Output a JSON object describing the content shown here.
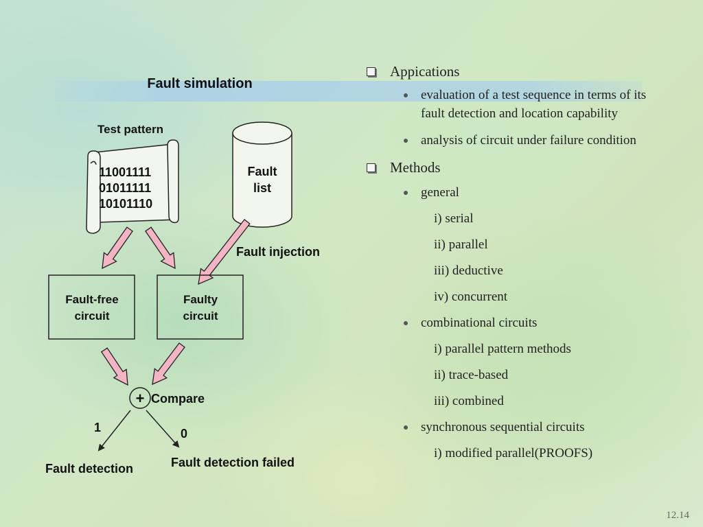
{
  "diagram": {
    "title": "Fault simulation",
    "test_pattern_label": "Test pattern",
    "patterns": [
      "11001111",
      "01011111",
      "10101110"
    ],
    "fault_list_label": [
      "Fault",
      "list"
    ],
    "fault_injection_label": "Fault injection",
    "fault_free_label": [
      "Fault-free",
      "circuit"
    ],
    "faulty_label": [
      "Faulty",
      "circuit"
    ],
    "compare_symbol": "+",
    "compare_label": "Compare",
    "branch_one": "1",
    "branch_zero": "0",
    "fault_detection_label": "Fault detection",
    "fault_detection_failed_label": "Fault detection failed"
  },
  "applications": {
    "heading": "Appications",
    "items": [
      "evaluation of a test sequence in terms of its fault detection and location capability",
      "analysis of circuit under failure condition"
    ]
  },
  "methods": {
    "heading": "Methods",
    "general": {
      "label": "general",
      "subs": [
        "i) serial",
        "ii) parallel",
        "iii) deductive",
        "iv) concurrent"
      ]
    },
    "combinational": {
      "label": "combinational circuits",
      "subs": [
        "i) parallel pattern methods",
        "ii) trace-based",
        "iii) combined"
      ]
    },
    "sequential": {
      "label": "synchronous sequential circuits",
      "subs": [
        "i) modified parallel(PROOFS)"
      ]
    }
  },
  "slide_number": "12.14",
  "colors": {
    "arrow_fill": "#f4b4c4",
    "bullet": "#555555",
    "text": "#222222"
  }
}
